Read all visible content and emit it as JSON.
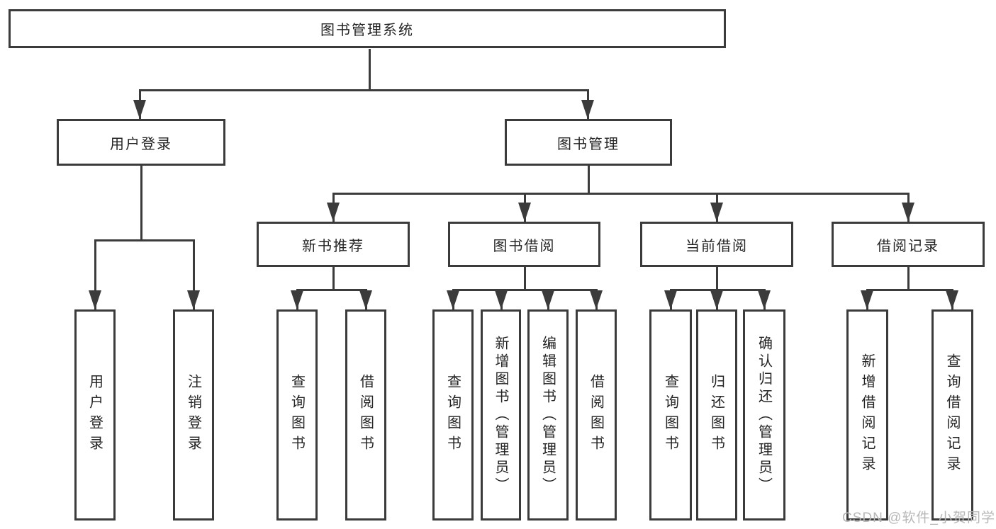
{
  "diagram": {
    "title": "图书管理系统",
    "root": {
      "label": "图书管理系统"
    },
    "level2": [
      {
        "id": "user-login",
        "label": "用户登录"
      },
      {
        "id": "book-management",
        "label": "图书管理"
      }
    ],
    "level3": [
      {
        "id": "new-book-recommend",
        "label": "新书推荐"
      },
      {
        "id": "book-borrowing",
        "label": "图书借阅"
      },
      {
        "id": "current-borrowing",
        "label": "当前借阅"
      },
      {
        "id": "borrowing-records",
        "label": "借阅记录"
      }
    ],
    "leaves": {
      "user_login": [
        {
          "label": "用户登录"
        },
        {
          "label": "注销登录"
        }
      ],
      "new_book_recommend": [
        {
          "label": "查询图书"
        },
        {
          "label": "借阅图书"
        }
      ],
      "book_borrowing": [
        {
          "label": "查询图书"
        },
        {
          "label": "新增图书（管理员）"
        },
        {
          "label": "编辑图书（管理员）"
        },
        {
          "label": "借阅图书"
        }
      ],
      "current_borrowing": [
        {
          "label": "查询图书"
        },
        {
          "label": "归还图书"
        },
        {
          "label": "确认归还（管理员）"
        }
      ],
      "borrowing_records": [
        {
          "label": "新增借阅记录"
        },
        {
          "label": "查询借阅记录"
        }
      ]
    }
  },
  "watermark": {
    "text": "CSDN @软件_小贺同学"
  },
  "colors": {
    "line": "#3b3b3b",
    "text": "#242424",
    "watermark": "#b7b7b7",
    "background": "#ffffff"
  }
}
